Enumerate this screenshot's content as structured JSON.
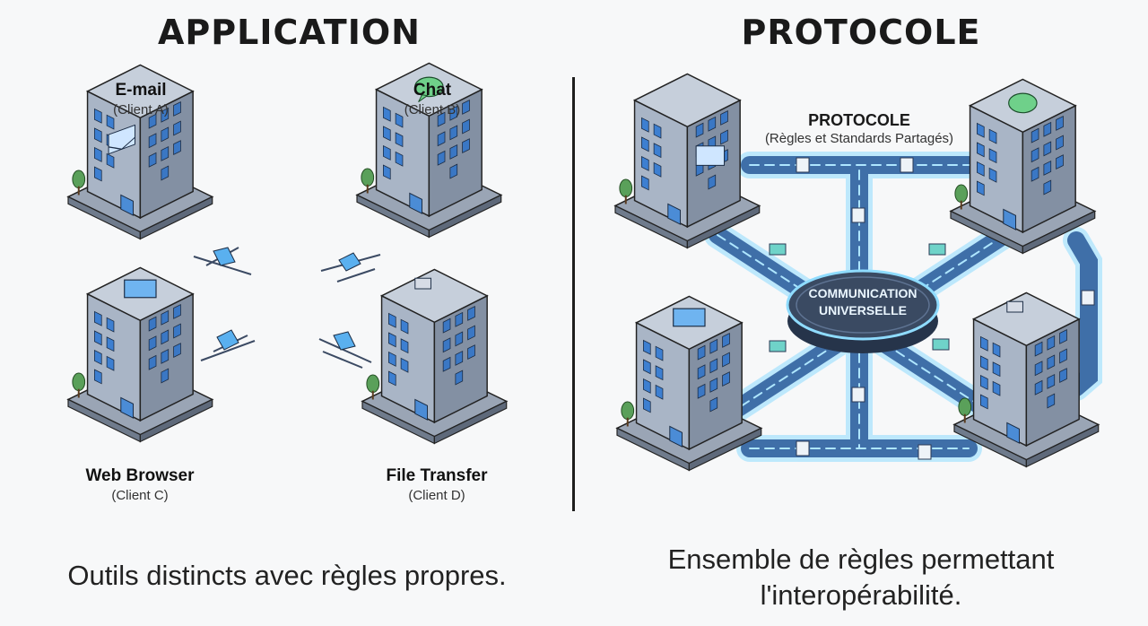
{
  "left_panel": {
    "title": "APPLICATION",
    "caption": "Outils distincts avec règles propres.",
    "clients": [
      {
        "name": "E-mail",
        "sub": "(Client A)",
        "icon": "envelope-icon"
      },
      {
        "name": "Chat",
        "sub": "(Client B)",
        "icon": "chat-bubble-icon"
      },
      {
        "name": "Web Browser",
        "sub": "(Client C)",
        "icon": "browser-window-icon"
      },
      {
        "name": "File Transfer",
        "sub": "(Client D)",
        "icon": "folder-icon"
      }
    ]
  },
  "right_panel": {
    "title": "PROTOCOLE",
    "protocol_label": "PROTOCOLE",
    "protocol_sub": "(Règles et Standards Partagés)",
    "hub_line1": "COMMUNICATION",
    "hub_line2": "UNIVERSELLE",
    "caption_line1": "Ensemble de règles permettant",
    "caption_line2": "l'interopérabilité."
  },
  "colors": {
    "building_face": "#a9b5c6",
    "building_side": "#7d8a9e",
    "window": "#3d7fd1",
    "pipe_glow": "#5ec8ff",
    "pipe": "#3f6fa8",
    "hub": "#3a4a62"
  }
}
